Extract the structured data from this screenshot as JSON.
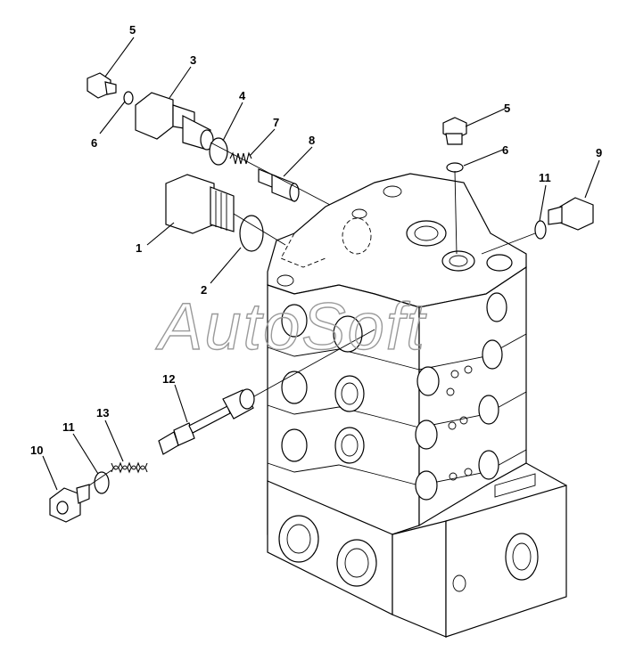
{
  "watermark": "AutoSoft",
  "callouts": [
    {
      "id": "c1",
      "text": "1"
    },
    {
      "id": "c2",
      "text": "2"
    },
    {
      "id": "c3",
      "text": "3"
    },
    {
      "id": "c4",
      "text": "4"
    },
    {
      "id": "c5a",
      "text": "5"
    },
    {
      "id": "c5b",
      "text": "5"
    },
    {
      "id": "c6a",
      "text": "6"
    },
    {
      "id": "c6b",
      "text": "6"
    },
    {
      "id": "c7",
      "text": "7"
    },
    {
      "id": "c8",
      "text": "8"
    },
    {
      "id": "c9",
      "text": "9"
    },
    {
      "id": "c10",
      "text": "10"
    },
    {
      "id": "c11a",
      "text": "11"
    },
    {
      "id": "c11b",
      "text": "11"
    },
    {
      "id": "c12",
      "text": "12"
    },
    {
      "id": "c13",
      "text": "13"
    }
  ]
}
